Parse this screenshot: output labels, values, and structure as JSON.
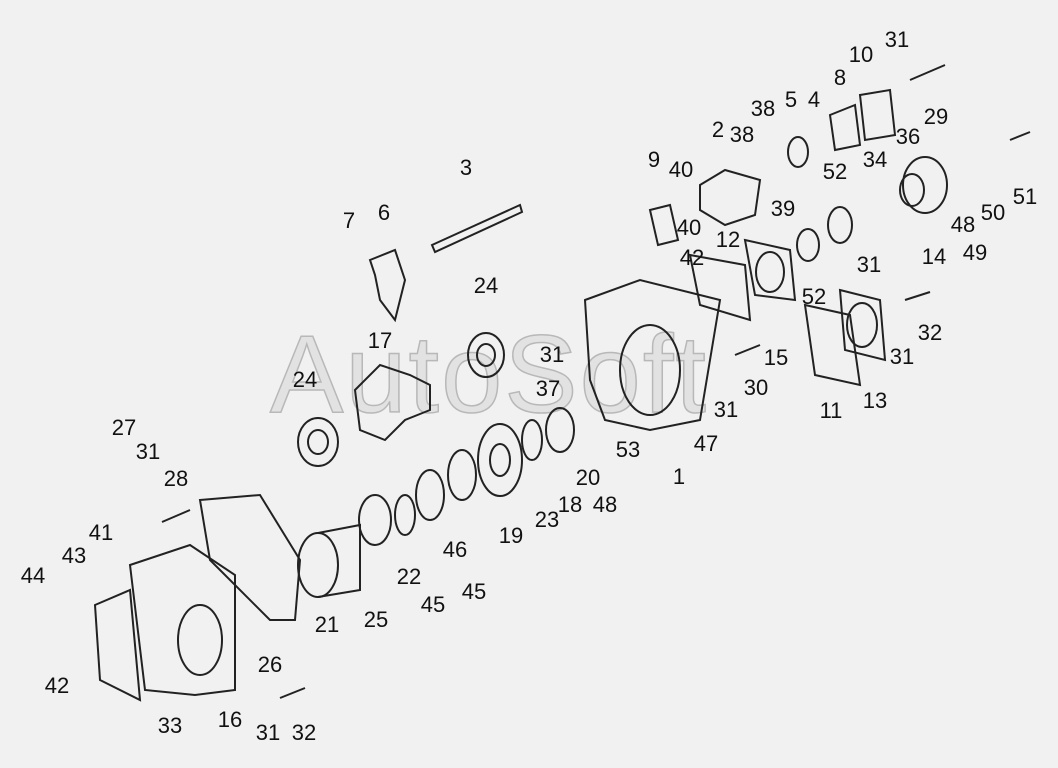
{
  "watermark": "AutoSoft",
  "callouts": [
    "3",
    "7",
    "6",
    "24",
    "17",
    "24",
    "27",
    "31",
    "28",
    "41",
    "43",
    "44",
    "42",
    "33",
    "16",
    "31",
    "32",
    "26",
    "21",
    "25",
    "22",
    "45",
    "46",
    "45",
    "19",
    "23",
    "18",
    "48",
    "20",
    "53",
    "37",
    "31",
    "1",
    "47",
    "31",
    "30",
    "15",
    "11",
    "13",
    "31",
    "32",
    "12",
    "42",
    "40",
    "40",
    "9",
    "2",
    "38",
    "38",
    "5",
    "4",
    "39",
    "8",
    "10",
    "31",
    "36",
    "29",
    "34",
    "52",
    "52",
    "31",
    "14",
    "48",
    "49",
    "50",
    "51"
  ]
}
